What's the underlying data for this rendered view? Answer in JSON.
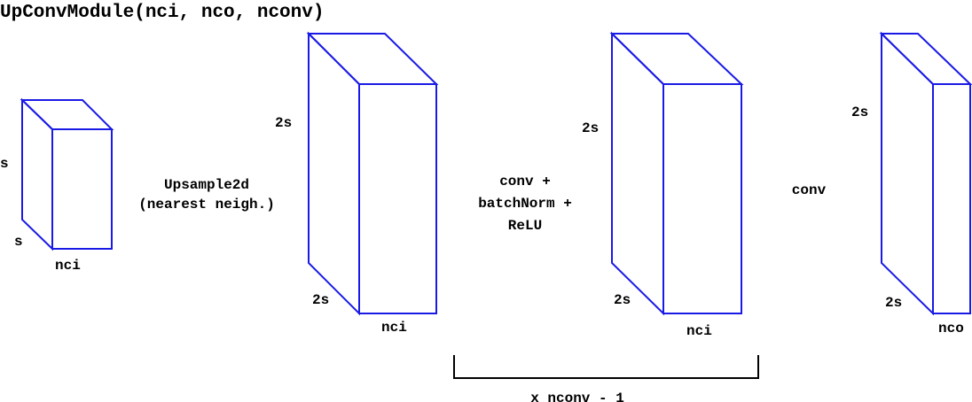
{
  "title": "UpConvModule(nci, nco, nconv)",
  "colors": {
    "box_stroke": "#1a1ae6",
    "text": "#000000",
    "bracket": "#000000"
  },
  "blocks": [
    {
      "height_label": "s",
      "depth_label": "s",
      "width_label": "nci"
    },
    {
      "height_label": "2s",
      "depth_label": "2s",
      "width_label": "nci"
    },
    {
      "height_label": "2s",
      "depth_label": "2s",
      "width_label": "nci"
    },
    {
      "height_label": "2s",
      "depth_label": "2s",
      "width_label": "nco"
    }
  ],
  "operations": [
    {
      "lines": [
        "Upsample2d",
        "(nearest neigh.)"
      ]
    },
    {
      "lines": [
        "conv +",
        "batchNorm +",
        "ReLU"
      ]
    },
    {
      "lines": [
        "conv"
      ]
    }
  ],
  "repeat_label": "x nconv - 1"
}
